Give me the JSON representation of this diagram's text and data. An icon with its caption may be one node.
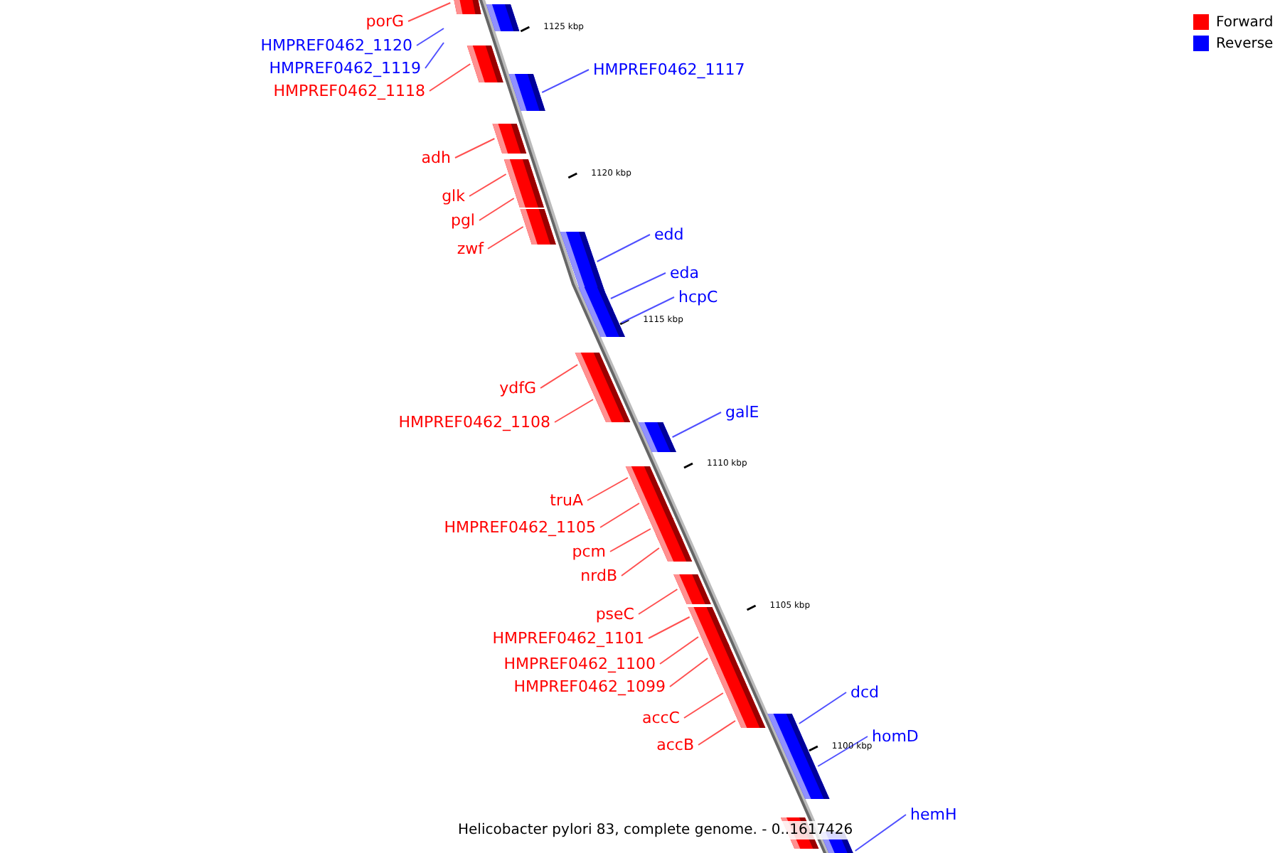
{
  "diagram": {
    "caption": "Helicobacter pylori 83, complete genome. - 0..1617426",
    "nodes": [
      {
        "text": [
          "porG"
        ]
      },
      {
        "text": [],
        "shape": "bar"
      },
      {
        "text": [
          "HMPREF0462_1120"
        ]
      },
      {
        "text": [
          "HMPREF0462_1119"
        ]
      },
      {
        "text": [
          "HMPREF0462_1117"
        ]
      },
      {
        "text": [],
        "shape": "bar"
      },
      {
        "text": [
          "HMPREF0462_1118"
        ]
      },
      {
        "text": [],
        "shape": "bar"
      },
      {
        "text": [
          "adh"
        ]
      },
      {
        "text": [],
        "shape": "bar"
      },
      {
        "text": [
          "glk"
        ]
      },
      {
        "text": [],
        "shape": "bar"
      },
      {
        "text": [
          "pgl"
        ]
      },
      {
        "text": [],
        "shape": "bar"
      },
      {
        "text": [
          "edd"
        ]
      },
      {
        "text": [],
        "shape": "bar"
      },
      {
        "text": [
          "zwf"
        ]
      },
      {
        "text": [],
        "shape": "bar"
      },
      {
        "text": [
          "eda"
        ]
      },
      {
        "text": [],
        "shape": "bar"
      },
      {
        "text": [
          "hcpC"
        ]
      },
      {
        "text": [],
        "shape": "bar"
      },
      {
        "text": [
          "ydfG"
        ]
      },
      {
        "text": [],
        "shape": "bar"
      },
      {
        "text": [
          "galE"
        ]
      },
      {
        "text": [],
        "shape": "bar"
      },
      {
        "text": [
          "HMPREF0462_1108"
        ]
      },
      {
        "text": [],
        "shape": "bar"
      },
      {
        "text": [
          "truA"
        ]
      },
      {
        "text": [],
        "shape": "bar"
      },
      {
        "text": [
          "HMPREF0462_1105"
        ]
      },
      {
        "text": [],
        "shape": "bar"
      },
      {
        "text": [
          "pcm"
        ]
      },
      {
        "text": [],
        "shape": "bar"
      },
      {
        "text": [
          "nrdB"
        ]
      },
      {
        "text": [],
        "shape": "bar"
      },
      {
        "text": [
          "pseC"
        ]
      },
      {
        "text": [],
        "shape": "bar"
      },
      {
        "text": [
          "HMPREF0462_1101"
        ]
      },
      {
        "text": [],
        "shape": "bar"
      },
      {
        "text": [
          "HMPREF0462_1100"
        ]
      },
      {
        "text": [],
        "shape": "bar"
      },
      {
        "text": [
          "HMPREF0462_1099"
        ]
      },
      {
        "text": [],
        "shape": "bar"
      },
      {
        "text": [
          "dcd"
        ]
      },
      {
        "text": [],
        "shape": "bar"
      },
      {
        "text": [
          "accC"
        ]
      },
      {
        "text": [],
        "shape": "bar"
      },
      {
        "text": [
          "homD"
        ]
      },
      {
        "text": [],
        "shape": "bar"
      },
      {
        "text": [
          "accB"
        ]
      },
      {
        "text": [],
        "shape": "bar"
      },
      {
        "text": [
          "hemH"
        ]
      },
      {
        "text": [],
        "shape": "bar"
      },
      {
        "text": [],
        "shape": "bar"
      },
      {
        "text": [],
        "shape": "bar"
      }
    ],
    "edges": [
      {
        "from": 0,
        "to": 1,
        "arrow": "none"
      },
      {
        "from": 2,
        "to": null,
        "arrow": "none",
        "color": "#5050ff"
      },
      {
        "from": 3,
        "to": null,
        "arrow": "none",
        "color": "#5050ff"
      },
      {
        "from": 4,
        "to": 5,
        "arrow": "none",
        "color": "#5050ff"
      },
      {
        "from": 6,
        "to": 7,
        "arrow": "none"
      },
      {
        "from": 8,
        "to": 9,
        "arrow": "none"
      },
      {
        "from": 10,
        "to": 11,
        "arrow": "none"
      },
      {
        "from": 12,
        "to": 13,
        "arrow": "none"
      },
      {
        "from": 14,
        "to": 15,
        "arrow": "none",
        "color": "#5050ff"
      },
      {
        "from": 16,
        "to": 17,
        "arrow": "none"
      },
      {
        "from": 18,
        "to": 19,
        "arrow": "none",
        "color": "#5050ff"
      },
      {
        "from": 20,
        "to": 21,
        "arrow": "none",
        "color": "#5050ff"
      },
      {
        "from": 22,
        "to": 23,
        "arrow": "none"
      },
      {
        "from": 24,
        "to": 25,
        "arrow": "none",
        "color": "#5050ff"
      },
      {
        "from": 26,
        "to": 27,
        "arrow": "none"
      },
      {
        "from": 28,
        "to": 29,
        "arrow": "none"
      },
      {
        "from": 30,
        "to": 31,
        "arrow": "none"
      },
      {
        "from": 32,
        "to": 33,
        "arrow": "none"
      },
      {
        "from": 34,
        "to": 35,
        "arrow": "none"
      },
      {
        "from": 36,
        "to": 37,
        "arrow": "none"
      },
      {
        "from": 38,
        "to": 39,
        "arrow": "none"
      },
      {
        "from": 40,
        "to": 41,
        "arrow": "none"
      },
      {
        "from": 42,
        "to": 43,
        "arrow": "none"
      },
      {
        "from": 44,
        "to": 45,
        "arrow": "none",
        "color": "#5050ff"
      },
      {
        "from": 46,
        "to": 47,
        "arrow": "none"
      },
      {
        "from": 48,
        "to": 49,
        "arrow": "none",
        "color": "#5050ff"
      },
      {
        "from": 50,
        "to": 51,
        "arrow": "none"
      },
      {
        "from": 52,
        "to": 53,
        "arrow": "none",
        "color": "#5050ff"
      }
    ],
    "labels": [
      "1125 kbp",
      "1120 kbp",
      "1115 kbp",
      "1110 kbp",
      "1105 kbp",
      "1100 kbp"
    ],
    "legend": [
      {
        "text": "Forward",
        "color": "#ff0000"
      },
      {
        "text": "Reverse",
        "color": "#0000ff"
      }
    ]
  }
}
